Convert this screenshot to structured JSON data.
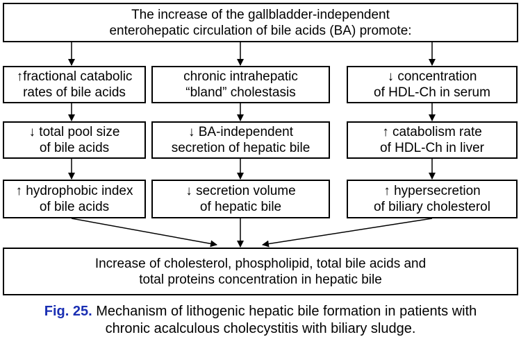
{
  "top": {
    "line1": "The increase of the gallbladder-independent",
    "line2": "enterohepatic circulation of bile acids (BA) promote:"
  },
  "columns": [
    {
      "boxes": [
        {
          "line1": "↑fractional catabolic",
          "line2": "rates of bile acids"
        },
        {
          "line1": "↓ total pool size",
          "line2": "of bile acids"
        },
        {
          "line1": "↑ hydrophobic index",
          "line2": "of bile acids"
        }
      ]
    },
    {
      "boxes": [
        {
          "line1": "chronic intrahepatic",
          "line2": "“bland” cholestasis"
        },
        {
          "line1": "↓ BA-independent",
          "line2": "secretion of hepatic bile"
        },
        {
          "line1": "↓ secretion volume",
          "line2": "of hepatic bile"
        }
      ]
    },
    {
      "boxes": [
        {
          "line1": "↓ concentration",
          "line2": "of HDL-Ch in serum"
        },
        {
          "line1": "↑ catabolism rate",
          "line2": "of HDL-Ch in liver"
        },
        {
          "line1": "↑ hypersecretion",
          "line2": "of biliary cholesterol"
        }
      ]
    }
  ],
  "bottom": {
    "line1": "Increase of cholesterol, phospholipid, total bile acids and",
    "line2": "total proteins concentration in hepatic bile"
  },
  "caption": {
    "label": "Fig. 25.",
    "line1_rest": " Mechanism of lithogenic hepatic bile formation in patients with",
    "line2": "chronic acalculous cholecystitis with biliary sludge."
  },
  "colors": {
    "caption_label": "#1a2fb3",
    "lines": "#000000"
  }
}
